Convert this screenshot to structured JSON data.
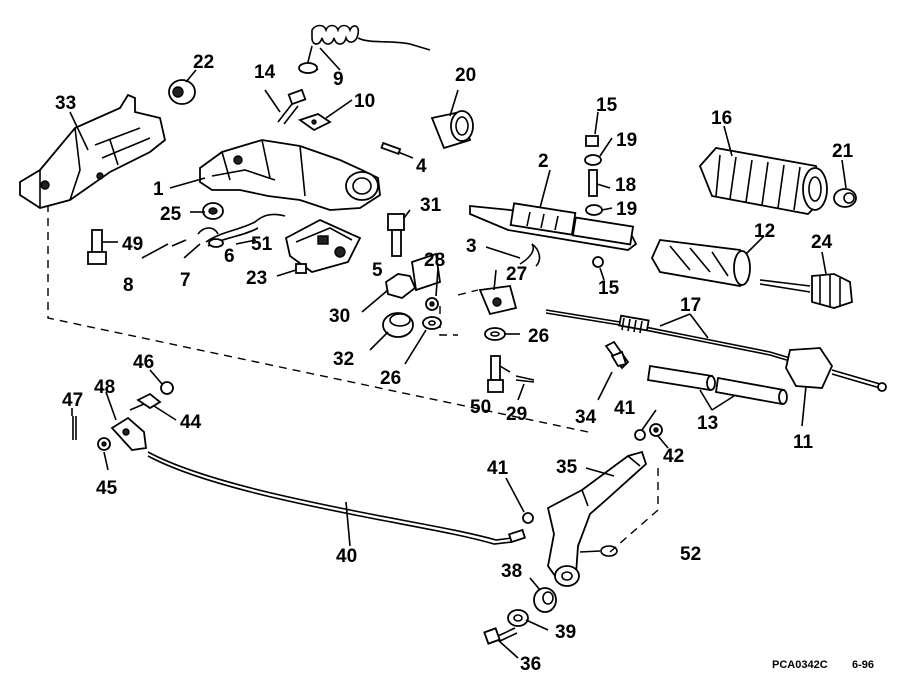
{
  "drawing_code": "PCA0342C",
  "revision_date": "6-96",
  "callouts": [
    "1",
    "2",
    "3",
    "4",
    "5",
    "6",
    "7",
    "8",
    "9",
    "10",
    "11",
    "12",
    "13",
    "14",
    "15",
    "15",
    "16",
    "17",
    "18",
    "19",
    "19",
    "20",
    "21",
    "22",
    "23",
    "24",
    "25",
    "26",
    "26",
    "27",
    "28",
    "29",
    "30",
    "31",
    "32",
    "33",
    "34",
    "35",
    "36",
    "38",
    "39",
    "40",
    "41",
    "41",
    "42",
    "44",
    "45",
    "46",
    "47",
    "48",
    "49",
    "50",
    "51",
    "52"
  ]
}
